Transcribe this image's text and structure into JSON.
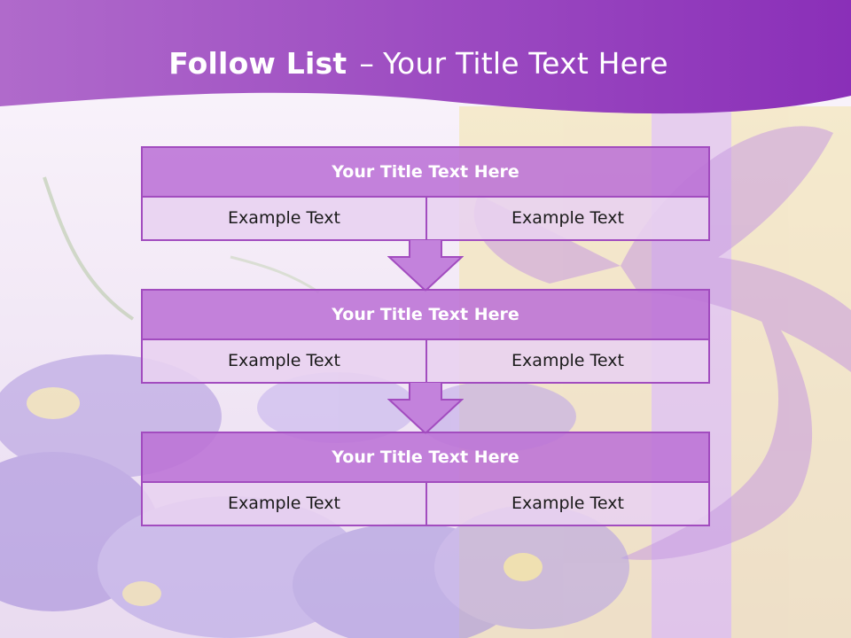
{
  "header": {
    "title_bold": "Follow List",
    "title_dash": "–",
    "title_rest": "Your Title Text Here"
  },
  "blocks": [
    {
      "title": "Your Title Text Here",
      "left": "Example Text",
      "right": "Example Text"
    },
    {
      "title": "Your Title Text Here",
      "left": "Example Text",
      "right": "Example Text"
    },
    {
      "title": "Your Title Text Here",
      "left": "Example Text",
      "right": "Example Text"
    }
  ],
  "colors": {
    "header_band": "#9b3fc4",
    "block_border": "#a24cbf",
    "block_head": "#bc72d6",
    "block_cell": "#e8d1f0",
    "arrow_fill": "#c382dc"
  },
  "icons": [
    "down-arrow-icon"
  ]
}
